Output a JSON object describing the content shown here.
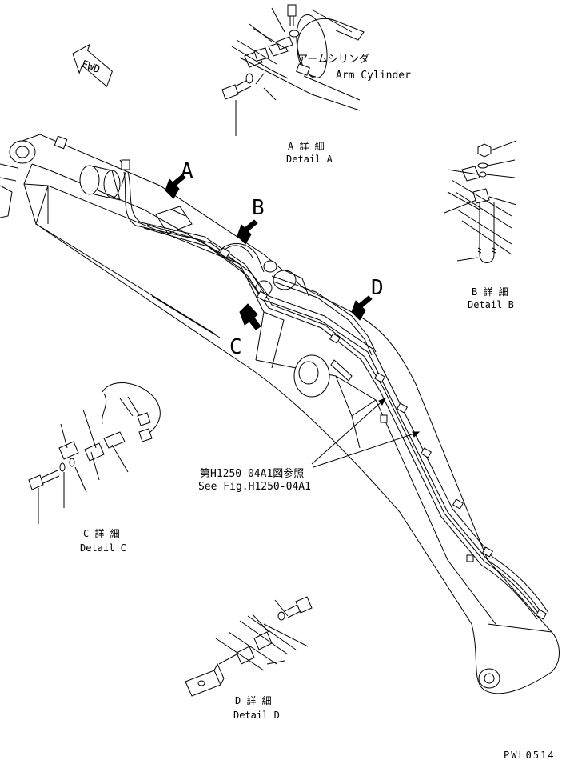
{
  "diagram": {
    "labels": {
      "fwd": "FWD",
      "arm_cylinder_jp": "アームシリンダ",
      "arm_cylinder_en": "Arm Cylinder",
      "detail_a_jp": "A 詳 細",
      "detail_a_en": "Detail A",
      "detail_b_jp": "B 詳 細",
      "detail_b_en": "Detail B",
      "detail_c_jp": "C 詳 細",
      "detail_c_en": "Detail C",
      "detail_d_jp": "D 詳 細",
      "detail_d_en": "Detail D",
      "see_fig_jp": "第H1250-04A1図参照",
      "see_fig_en": "See Fig.H1250-04A1",
      "callout_a": "A",
      "callout_b": "B",
      "callout_c": "C",
      "callout_d": "D",
      "drawing_code": "PWL0514"
    }
  }
}
